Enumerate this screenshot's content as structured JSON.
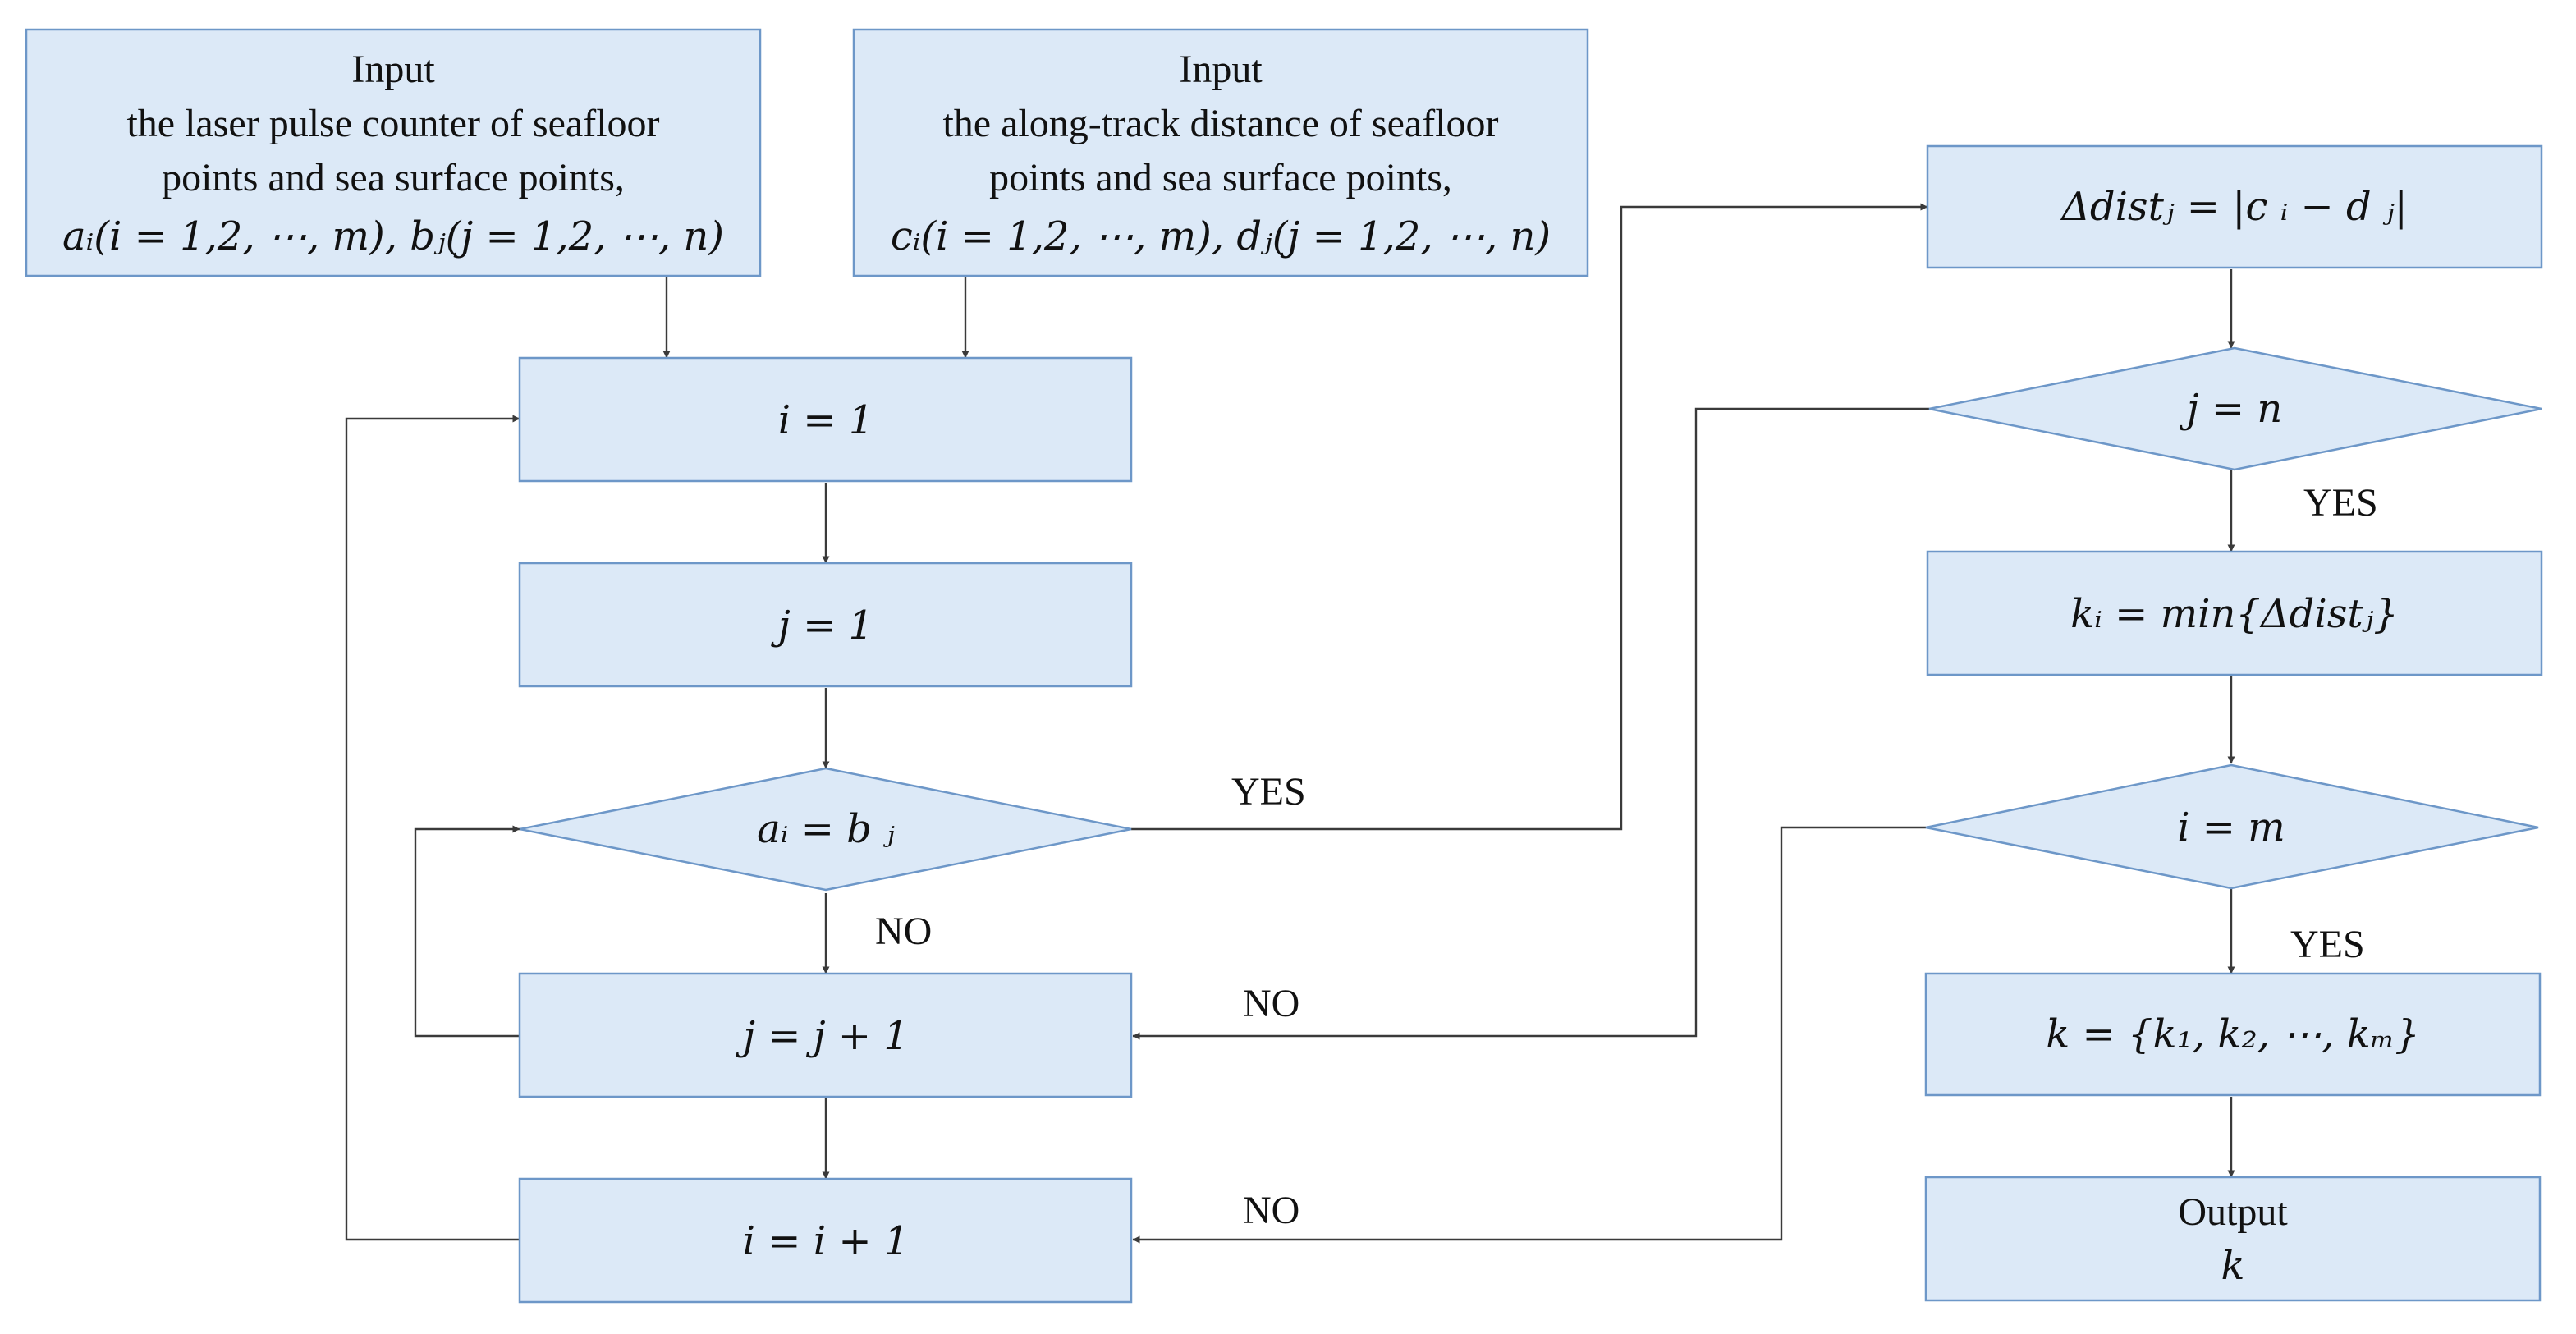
{
  "input_a": {
    "title": "Input",
    "line1": "the laser pulse counter of seafloor",
    "line2": "points and sea surface points,",
    "line3": "aᵢ(i = 1,2, ⋯, m), bⱼ(j = 1,2, ⋯, n)"
  },
  "input_c": {
    "title": "Input",
    "line1": "the along-track distance of seafloor",
    "line2": "points and sea surface points,",
    "line3": "cᵢ(i = 1,2, ⋯, m), dⱼ(j = 1,2, ⋯, n)"
  },
  "steps": {
    "i_init": "i = 1",
    "j_init": "j = 1",
    "cond_equal": "aᵢ = b ⱼ",
    "j_increment": "j = j + 1",
    "i_increment": "i = i + 1",
    "delta_dist": "Δdistⱼ  =  |c ᵢ − d ⱼ|",
    "cond_j_n": "j = n",
    "k_i_min": "kᵢ = min{Δdistⱼ}",
    "cond_i_m": "i = m",
    "k_set": "k = {k₁, k₂, ⋯, kₘ}",
    "output_title": "Output",
    "output_var": "k"
  },
  "labels": {
    "yes_equal": "YES",
    "no_equal": "NO",
    "yes_j_n": "YES",
    "no_j_n": "NO",
    "yes_i_m": "YES",
    "no_i_m": "NO"
  },
  "colors": {
    "box_fill": "#dce9f7",
    "box_stroke": "#6d97c8",
    "connector": "#3a3a3a"
  }
}
